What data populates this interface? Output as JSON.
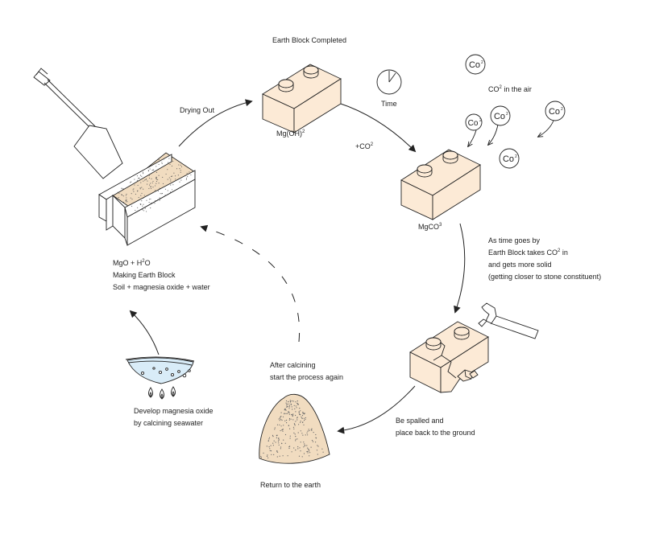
{
  "labels": {
    "earth_block_completed": "Earth Block Completed",
    "drying_out": "Drying Out",
    "time": "Time",
    "co2_in_air": {
      "main": "CO",
      "sub": "2",
      "rest": " in the air"
    },
    "mg_oh_2": {
      "main": "Mg(OH)",
      "sub": "2"
    },
    "plus_co2": {
      "main": "+CO",
      "sub": "2"
    },
    "mgco3": {
      "main": "MgCO",
      "sub": "3"
    },
    "as_time_goes": {
      "line1": "As time goes by",
      "line2_a": "Earth Block takes CO",
      "line2_sub": "2",
      "line2_b": " in",
      "line3": "and gets more solid",
      "line4": "(getting closer to stone constituent)"
    },
    "mgo_block": {
      "line1_a": "MgO + H",
      "line1_sub": "2",
      "line1_b": "O",
      "line2": "Making Earth Block",
      "line3": "Soil + magnesia oxide + water"
    },
    "after_calcining": {
      "line1": "After calcining",
      "line2": "start the process again"
    },
    "spalled": {
      "line1": "Be spalled and",
      "line2": "place back to the ground"
    },
    "develop": {
      "line1": "Develop magnesia oxide",
      "line2": "by calcining seawater"
    },
    "return_earth": "Return to the earth"
  },
  "molecule_label": "Co",
  "molecule_sub": "2",
  "colors": {
    "block_fill": "#fcead6",
    "soil_fill": "#f1dcc0",
    "water_fill": "#d9ecf8",
    "stroke": "#222222"
  }
}
